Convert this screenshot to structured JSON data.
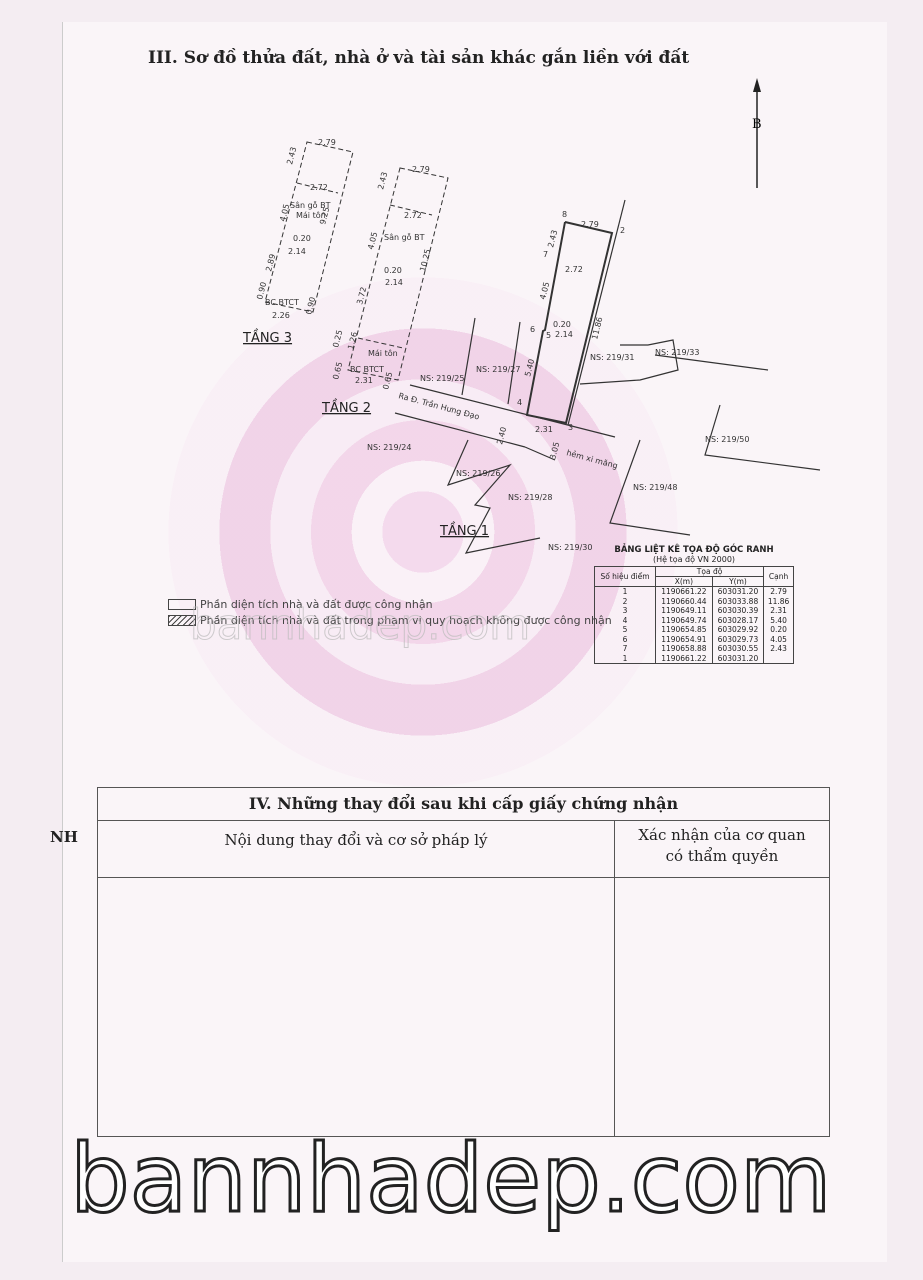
{
  "section3": {
    "title": "III. Sơ đồ thửa đất, nhà ở và tài sản khác gắn liền với đất",
    "north": "B"
  },
  "floors": {
    "t3": "TẦNG 3",
    "t2": "TẦNG 2",
    "t1": "TẦNG 1"
  },
  "t3_labels": {
    "w_top": "2.79",
    "d1": "2.43",
    "w2": "2.72",
    "d2": "4.05",
    "note1": "Sân gỗ BT",
    "note2": "Mái tôn",
    "len": "9.25",
    "off": "0.20",
    "w3": "2.14",
    "d3": "2.89",
    "bc": "BC BTCT",
    "s1": "0.90",
    "s2": "0.90",
    "w_bot": "2.26"
  },
  "t2_labels": {
    "w_top": "2.79",
    "d1": "2.43",
    "w2": "2.72",
    "d2": "4.05",
    "note1": "Sân gỗ BT",
    "len": "10.25",
    "off": "0.20",
    "w3": "2.14",
    "d3": "3.72",
    "d4": "1.26",
    "r": "0.25",
    "note2": "Mái tôn",
    "bc": "BC BTCT",
    "w_bot": "2.31",
    "s1": "0.65",
    "s2": "0.65"
  },
  "t1_labels": {
    "p8": "8",
    "p2": "2",
    "p7": "7",
    "p6": "6",
    "p5": "5",
    "p4": "4",
    "p3": "3",
    "w_top": "2.79",
    "d1": "2.43",
    "w2": "2.72",
    "d2": "4.05",
    "off": "0.20",
    "w3": "2.14",
    "len": "11.86",
    "d3": "5.40",
    "w_bot": "2.31",
    "road_w": "2.40",
    "alley_w": "3.05",
    "road": "Ra Đ. Trần Hưng Đạo",
    "alley": "hẻm xi măng"
  },
  "neighbors": [
    "NS: 219/25",
    "NS: 219/27",
    "NS: 219/31",
    "NS: 219/33",
    "NS: 219/24",
    "NS: 219/26",
    "NS: 219/28",
    "NS: 219/30",
    "NS: 219/50",
    "NS: 219/48"
  ],
  "legend": [
    "Phần diện tích nhà và đất được công nhận",
    "Phần diện tích nhà và đất trong phạm vi quy hoạch không được công nhận"
  ],
  "coord_table": {
    "title": "BẢNG LIỆT KÊ TỌA ĐỘ GÓC RANH",
    "subtitle": "(Hệ tọa độ VN 2000)",
    "headers": {
      "point": "Số hiệu điểm",
      "coord": "Tọa độ",
      "x": "X(m)",
      "y": "Y(m)",
      "edge": "Cạnh"
    },
    "rows": [
      {
        "p": "1",
        "x": "1190661.22",
        "y": "603031.20",
        "e": "2.79"
      },
      {
        "p": "2",
        "x": "1190660.44",
        "y": "603033.88",
        "e": "11.86"
      },
      {
        "p": "3",
        "x": "1190649.11",
        "y": "603030.39",
        "e": "2.31"
      },
      {
        "p": "4",
        "x": "1190649.74",
        "y": "603028.17",
        "e": "5.40"
      },
      {
        "p": "5",
        "x": "1190654.85",
        "y": "603029.92",
        "e": "0.20"
      },
      {
        "p": "6",
        "x": "1190654.91",
        "y": "603029.73",
        "e": "4.05"
      },
      {
        "p": "7",
        "x": "1190658.88",
        "y": "603030.55",
        "e": "2.43"
      },
      {
        "p": "1",
        "x": "1190661.22",
        "y": "603031.20",
        "e": ""
      }
    ]
  },
  "section4": {
    "title": "IV. Những thay đổi sau khi cấp giấy chứng nhận",
    "col1": "Nội dung thay đổi và cơ sở pháp lý",
    "col2_line1": "Xác nhận của cơ quan",
    "col2_line2": "có thẩm quyền"
  },
  "side_text": "NH",
  "watermark": "bannhadep.com"
}
